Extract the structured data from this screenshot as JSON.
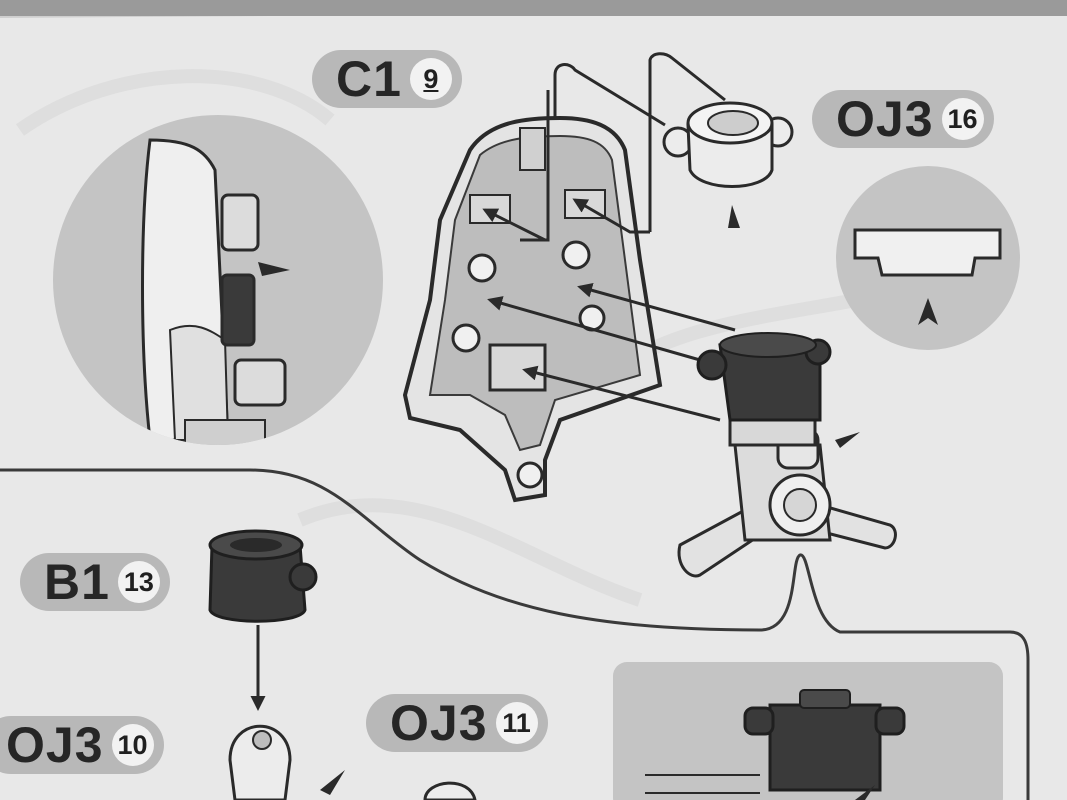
{
  "labels": {
    "c1": {
      "code": "C1",
      "qty": "9"
    },
    "oj3_top": {
      "code": "OJ3",
      "qty": "16"
    },
    "b1": {
      "code": "B1",
      "qty": "13"
    },
    "oj3_left": {
      "code": "OJ3",
      "qty": "10"
    },
    "oj3_mid": {
      "code": "OJ3",
      "qty": "11"
    }
  },
  "colors": {
    "paper": "#e9e9e9",
    "label_bg": "#b8b8b8",
    "dark_part": "#3a3a3a",
    "light_part": "#dcdcdc",
    "outline": "#2a2a2a",
    "circle_bg": "#c6c6c6"
  }
}
